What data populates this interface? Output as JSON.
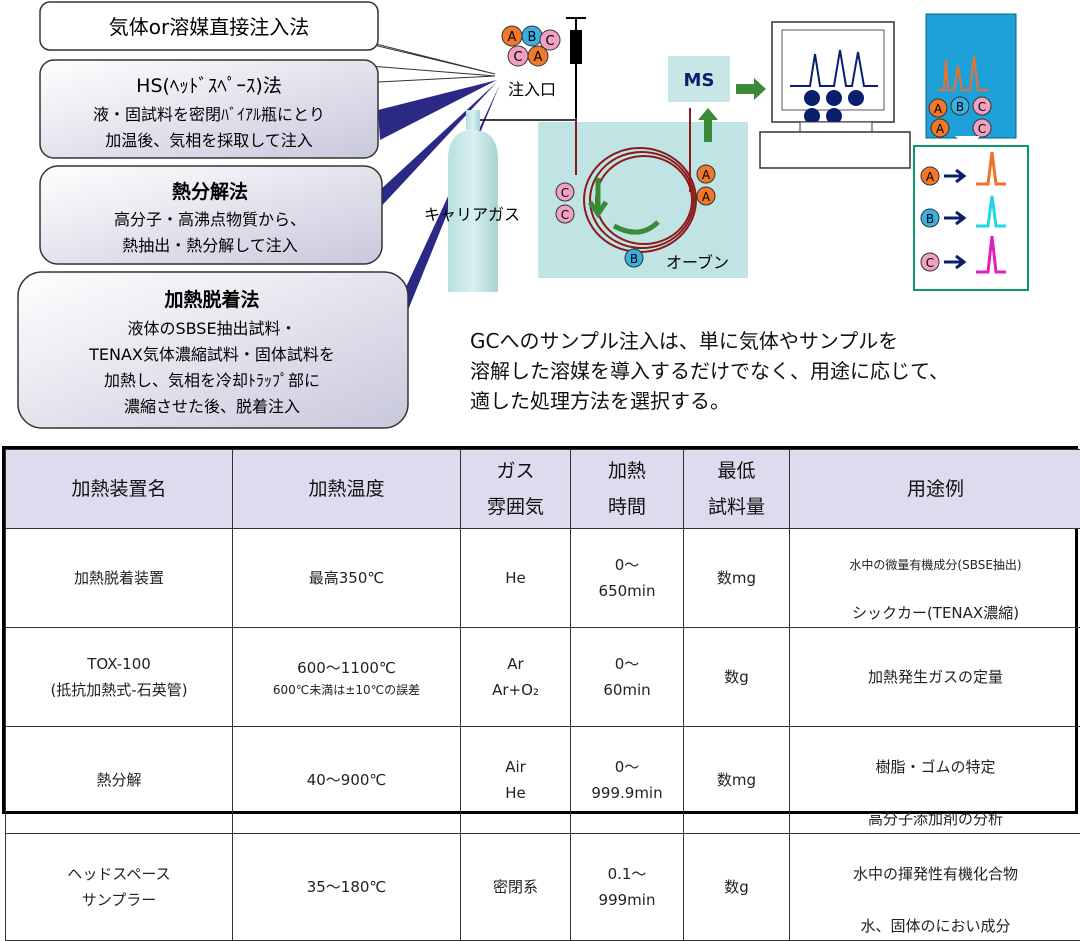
{
  "callouts": {
    "direct": "気体or溶媒直接注入法",
    "hs_title": "HS(ﾍｯﾄﾞｽﾍﾟｰｽ)法",
    "hs_line1": "液・固試料を密閉ﾊﾞｲｱﾙ瓶にとり",
    "hs_line2": "加温後、気相を採取して注入",
    "pyro_title": "熱分解法",
    "pyro_line1": "高分子・高沸点物質から、",
    "pyro_line2": "熱抽出・熱分解して注入",
    "td_title": "加熱脱着法",
    "td_line1": "液体のSBSE抽出試料・",
    "td_line2": "TENAX気体濃縮試料・固体試料を",
    "td_line3": "加熱し、気相を冷却ﾄﾗｯﾌﾟ部に",
    "td_line4": "濃縮させた後、脱着注入"
  },
  "diagram": {
    "inlet": "注入口",
    "carrier_gas": "キャリアガス",
    "oven": "オーブン",
    "ms": "MS",
    "letters": {
      "a": "A",
      "b": "B",
      "c": "C"
    },
    "colors": {
      "a": "#f0782a",
      "b": "#3ab0e0",
      "c": "#f0a0c0",
      "column": "#8b1a1a",
      "oven": "#c0e4e4",
      "ms": "#c8e6e6",
      "arrow": "#3a8a3a",
      "navy": "#0a1e6e",
      "monitor_panel": "#1ea0d8"
    }
  },
  "description": "GCへのサンプル注入は、単に気体やサンプルを\n溶解した溶媒を導入するだけでなく、用途に応じて、\n適した処理方法を選択する。",
  "table": {
    "headers": [
      "加熱装置名",
      "加熱温度",
      "ガス\n雰囲気",
      "加熱\n時間",
      "最低\n試料量",
      "用途例"
    ],
    "rows": [
      {
        "name": "加熱脱着装置",
        "temp": "最高350℃",
        "temp_note": "",
        "gas": "He",
        "time": "0～\n650min",
        "amount": "数mg",
        "use1": "水中の微量有機成分(SBSE抽出)",
        "use2": "シックカー(TENAX濃縮)"
      },
      {
        "name": "TOX-100\n(抵抗加熱式-石英管)",
        "temp": "600～1100℃",
        "temp_note": "600℃未満は±10℃の誤差",
        "gas": "Ar\nAr+O₂",
        "time": "0～\n60min",
        "amount": "数g",
        "use1": "加熱発生ガスの定量",
        "use2": ""
      },
      {
        "name": "熱分解",
        "temp": "40～900℃",
        "temp_note": "",
        "gas": "Air\nHe",
        "time": "0～\n999.9min",
        "amount": "数mg",
        "use1": "樹脂・ゴムの特定",
        "use2": "高分子添加剤の分析"
      },
      {
        "name": "ヘッドスペース\nサンプラー",
        "temp": "35～180℃",
        "temp_note": "",
        "gas": "密閉系",
        "time": "0.1～\n999min",
        "amount": "数g",
        "use1": "水中の揮発性有機化合物",
        "use2": "水、固体のにおい成分"
      }
    ]
  }
}
